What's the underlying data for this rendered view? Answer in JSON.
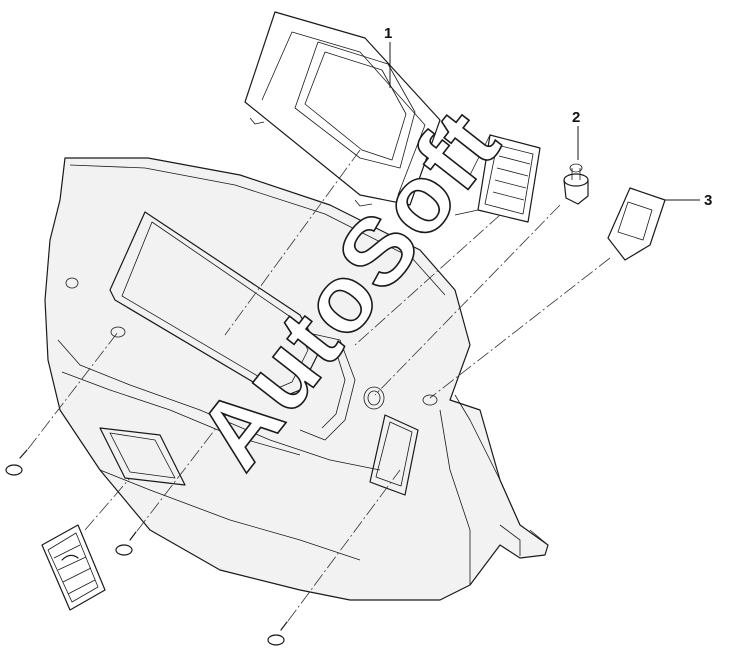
{
  "callouts": [
    {
      "id": "1",
      "label": "1"
    },
    {
      "id": "2",
      "label": "2"
    },
    {
      "id": "3",
      "label": "3"
    }
  ],
  "watermark": {
    "text": "AutoSoft"
  },
  "icons": [
    "screw-icon",
    "plug-icon",
    "vent-grille-icon"
  ]
}
